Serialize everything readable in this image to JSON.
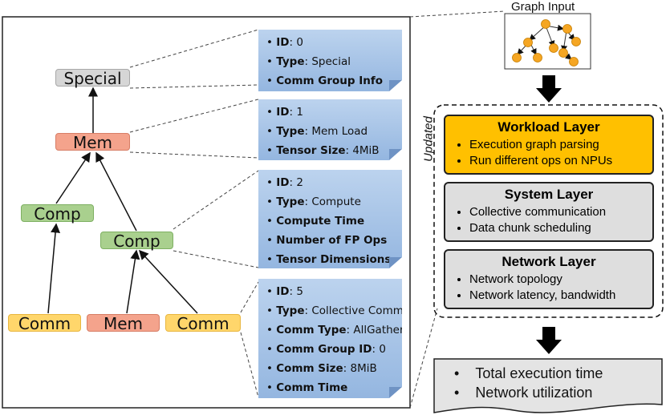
{
  "graph": {
    "nodes": {
      "special": "Special",
      "mem_top": "Mem",
      "comp_left": "Comp",
      "comp_right": "Comp",
      "comm_left": "Comm",
      "mem_bottom": "Mem",
      "comm_right": "Comm"
    }
  },
  "notes": [
    {
      "lines": [
        {
          "key": "ID",
          "val": ": 0"
        },
        {
          "key": "Type",
          "val": ": Special"
        },
        {
          "key": "Comm Group Info",
          "val": ""
        }
      ]
    },
    {
      "lines": [
        {
          "key": "ID",
          "val": ": 1"
        },
        {
          "key": "Type",
          "val": ": Mem Load"
        },
        {
          "key": "Tensor Size",
          "val": ": 4MiB"
        }
      ]
    },
    {
      "lines": [
        {
          "key": "ID",
          "val": ": 2"
        },
        {
          "key": "Type",
          "val": ": Compute"
        },
        {
          "key": "Compute Time",
          "val": ""
        },
        {
          "key": "Number of FP Ops",
          "val": ""
        },
        {
          "key": "Tensor Dimensions",
          "val": ""
        }
      ]
    },
    {
      "lines": [
        {
          "key": "ID",
          "val": ": 5"
        },
        {
          "key": "Type",
          "val": ": Collective Comm"
        },
        {
          "key": "Comm Type",
          "val": ": AllGather"
        },
        {
          "key": "Comm Group ID",
          "val": ": 0"
        },
        {
          "key": "Comm Size",
          "val": ": 8MiB"
        },
        {
          "key": "Comm Time",
          "val": ""
        }
      ]
    }
  ],
  "graph_input": {
    "label": "Graph Input"
  },
  "updated_label": "Updated",
  "layers": {
    "workload": {
      "title": "Workload Layer",
      "items": [
        "Execution graph parsing",
        "Run different ops on NPUs"
      ]
    },
    "system": {
      "title": "System Layer",
      "items": [
        "Collective communication",
        "Data chunk scheduling"
      ]
    },
    "network": {
      "title": "Network Layer",
      "items": [
        "Network topology",
        "Network latency, bandwidth"
      ]
    }
  },
  "outputs": {
    "items": [
      "Total execution time",
      "Network utilization"
    ]
  },
  "colors": {
    "special": "#d6d6d6",
    "mem": "#f4a38c",
    "comp": "#a9d08e",
    "comm": "#ffd66b",
    "workload": "#ffc000",
    "layer_gray": "#dedede",
    "note_blue": "#a6c4e8",
    "mini_graph_node": "#f5a623"
  }
}
